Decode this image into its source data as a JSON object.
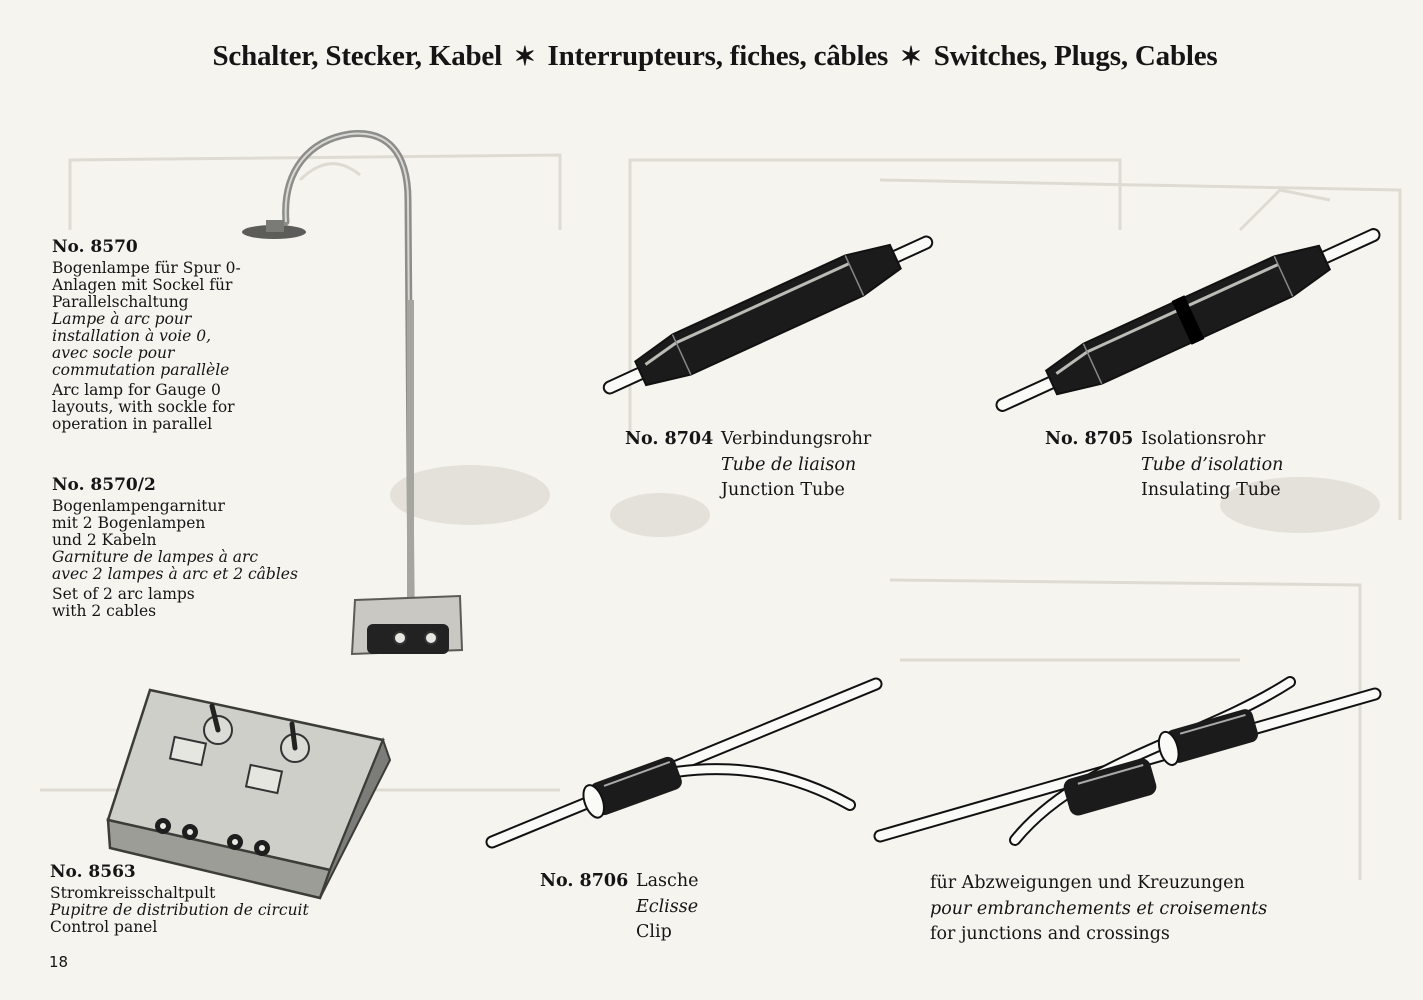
{
  "page": {
    "title": {
      "de": "Schalter, Stecker, Kabel",
      "fr": "Interrupteurs, fiches, câbles",
      "en": "Switches, Plugs, Cables",
      "separator": "✶"
    },
    "page_number": "18"
  },
  "products": {
    "p8570": {
      "number": "No. 8570",
      "de": [
        "Bogenlampe für Spur 0-",
        "Anlagen mit Sockel für",
        "Parallelschaltung"
      ],
      "fr": [
        "Lampe à arc pour",
        "installation à voie 0,",
        "avec socle pour",
        "commutation parallèle"
      ],
      "en": [
        "Arc lamp for Gauge 0",
        "layouts, with sockle for",
        "operation in parallel"
      ]
    },
    "p8570_2": {
      "number": "No. 8570/2",
      "de": [
        "Bogenlampengarnitur",
        "mit 2 Bogenlampen",
        "und 2 Kabeln"
      ],
      "fr": [
        "Garniture de lampes à arc",
        "avec 2 lampes à arc et 2 câbles"
      ],
      "en": [
        "Set of 2 arc lamps",
        "with 2 cables"
      ]
    },
    "p8563": {
      "number": "No. 8563",
      "de": "Stromkreisschaltpult",
      "fr": "Pupitre de distribution de circuit",
      "en": "Control panel"
    },
    "p8704": {
      "number": "No. 8704",
      "de": "Verbindungsrohr",
      "fr": "Tube de liaison",
      "en": "Junction Tube"
    },
    "p8705": {
      "number": "No. 8705",
      "de": "Isolationsrohr",
      "fr": "Tube d’isolation",
      "en": "Insulating Tube"
    },
    "p8706": {
      "number": "No. 8706",
      "de": "Lasche",
      "fr": "Eclisse",
      "en": "Clip"
    },
    "junctions": {
      "de": "für Abzweigungen und Kreuzungen",
      "fr": "pour embranchements et croisements",
      "en": "for junctions and crossings"
    }
  },
  "icons": {
    "arc_lamp": "arc-lamp-photo",
    "control_panel": "control-panel-photo",
    "junction_tube": "junction-tube-drawing",
    "insulating_tube": "insulating-tube-drawing",
    "clip": "clip-drawing",
    "junction_clips": "junction-clips-drawing"
  },
  "colors": {
    "paper": "#f6f4ef",
    "ink": "#151515",
    "show_through": "#d9d6cf"
  }
}
